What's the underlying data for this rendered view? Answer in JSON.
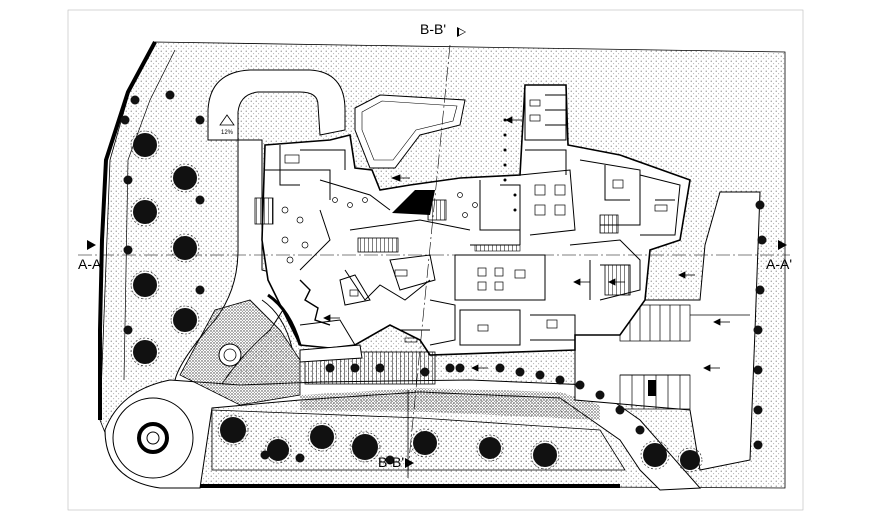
{
  "section_labels": {
    "top": "B-B'",
    "bottom": "B-B'",
    "left": "A-A'",
    "right": "A-A'"
  },
  "slope_label": "12%",
  "colors": {
    "ink": "#000000",
    "paper": "#ffffff",
    "stipple": "#5a5a5a",
    "tree": "#111111"
  }
}
